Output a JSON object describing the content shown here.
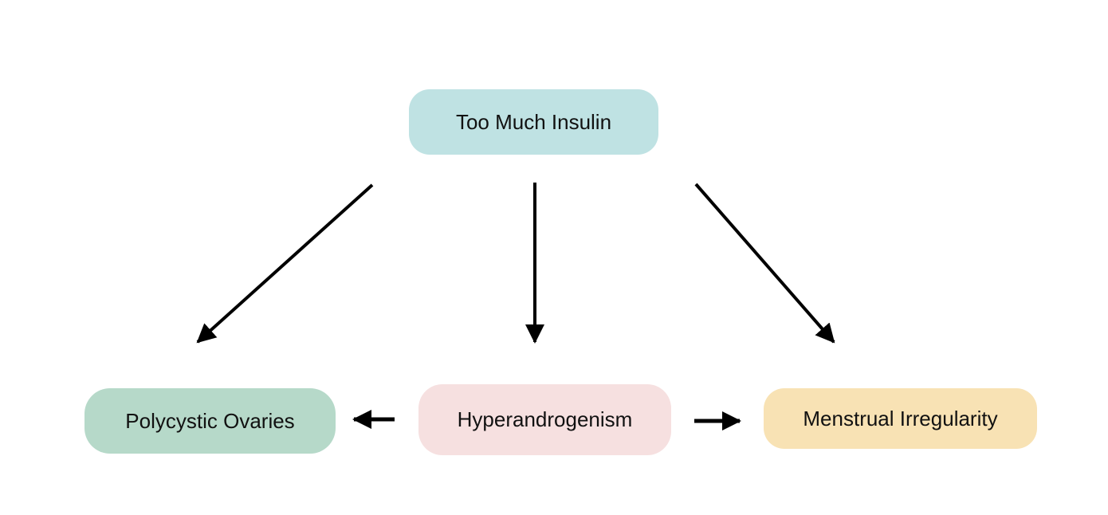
{
  "diagram": {
    "nodes": {
      "top": {
        "label": "Too Much Insulin",
        "color": "#bfe2e3"
      },
      "left": {
        "label": "Polycystic Ovaries",
        "color": "#b6d9c9"
      },
      "center": {
        "label": "Hyperandrogenism",
        "color": "#f6e0e0"
      },
      "right": {
        "label": "Menstrual Irregularity",
        "color": "#f8e2b4"
      }
    },
    "edges": [
      {
        "from": "Too Much Insulin",
        "to": "Polycystic Ovaries"
      },
      {
        "from": "Too Much Insulin",
        "to": "Hyperandrogenism"
      },
      {
        "from": "Too Much Insulin",
        "to": "Menstrual Irregularity"
      },
      {
        "from": "Hyperandrogenism",
        "to": "Polycystic Ovaries"
      },
      {
        "from": "Hyperandrogenism",
        "to": "Menstrual Irregularity"
      }
    ],
    "arrow_color": "#000000"
  }
}
